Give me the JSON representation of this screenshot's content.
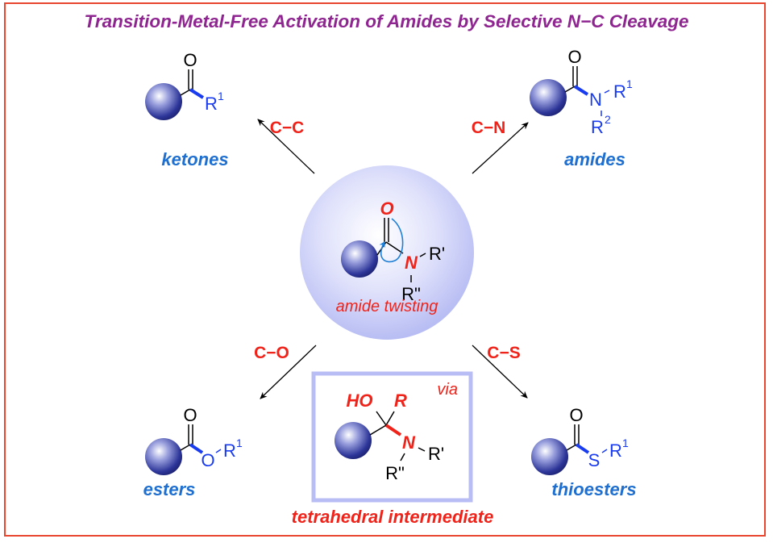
{
  "title": "Transition-Metal-Free Activation of Amides by Selective N−C Cleavage",
  "colors": {
    "title": "#8f2590",
    "frame": "#e8462e",
    "bond_label": "#f0231a",
    "product_label": "#1e6fd0",
    "blue_atoms": "#1a3cf0",
    "center_sphere": "#c9ccf7",
    "box_border": "#b9bdf5"
  },
  "center": {
    "atoms": {
      "O": "O",
      "N": "N",
      "R1": "R'",
      "R2": "R\""
    },
    "caption": "amide twisting"
  },
  "products": {
    "ketones": {
      "label": "ketones",
      "bond": "C−C",
      "atoms": {
        "O": "O",
        "R": "R",
        "sup": "1"
      }
    },
    "amides": {
      "label": "amides",
      "bond": "C−N",
      "atoms": {
        "O": "O",
        "N": "N",
        "R": "R",
        "sup1": "1",
        "sup2": "2"
      }
    },
    "esters": {
      "label": "esters",
      "bond": "C−O",
      "atoms": {
        "O": "O",
        "X": "O",
        "R": "R",
        "sup": "1"
      }
    },
    "thioesters": {
      "label": "thioesters",
      "bond": "C−S",
      "atoms": {
        "O": "O",
        "X": "S",
        "R": "R",
        "sup": "1"
      }
    }
  },
  "intermediate": {
    "via": "via",
    "atoms": {
      "HO": "HO",
      "R": "R",
      "N": "N",
      "R1": "R'",
      "R2": "R\""
    },
    "caption": "tetrahedral intermediate"
  }
}
